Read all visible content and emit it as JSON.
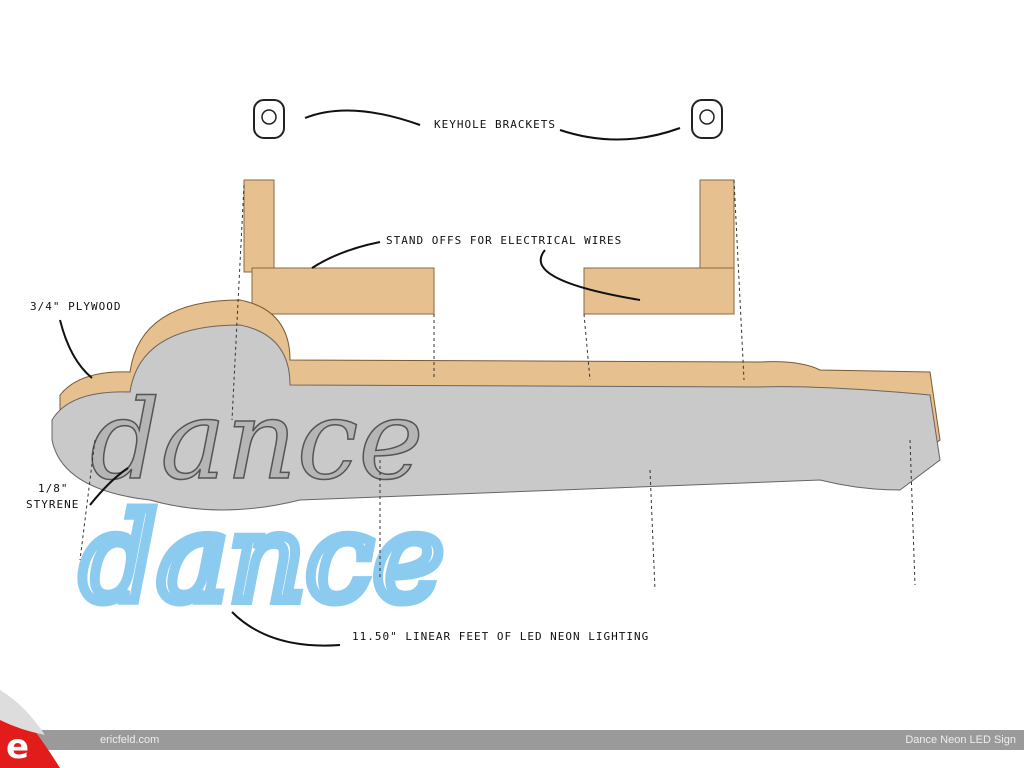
{
  "labels": {
    "keyhole": "Keyhole Brackets",
    "standoffs": "Stand offs for electrical wires",
    "plywood": "3/4\" Plywood",
    "styrene_size": "1/8\"",
    "styrene": "Styrene",
    "neon": "11.50\" linear feet of LED neon lighting"
  },
  "sign_text": "Dance",
  "footer": {
    "site": "ericfeld.com",
    "title": "Dance Neon LED Sign"
  },
  "colors": {
    "wood": "#e6c08f",
    "face": "#c9c9c9",
    "neon": "#8ccbf0",
    "footer": "#9a9a9a",
    "logo": "#e21b1b"
  }
}
